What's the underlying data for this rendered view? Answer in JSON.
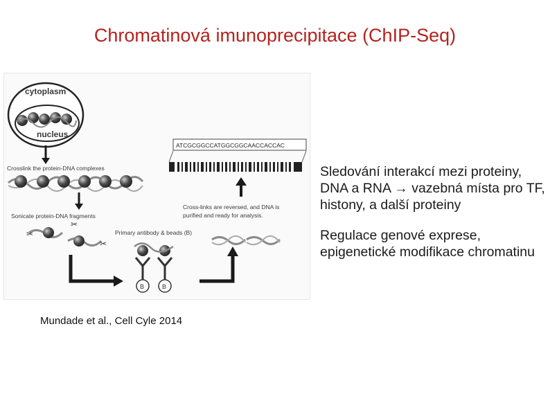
{
  "slide": {
    "title": "Chromatinová imunoprecipitace (ChIP-Seq)",
    "bullets": [
      "Sledování interakcí mezi proteiny, DNA a RNA → vazebná místa pro TF, histony, a další proteiny",
      "Regulace genové exprese, epigenetické modifikace chromatinu"
    ],
    "citation": "Mundade et al., Cell Cyle 2014"
  },
  "figure": {
    "cytoplasm_label": "cytoplasm",
    "nucleus_label": "nucleus",
    "sequence": "ATCGCGGCCATGGCGGCAACCACCAC",
    "step_crosslink": "Crosslink the protein-DNA complexes",
    "step_sonicate": "Sonicate protein-DNA fragments",
    "step_antibody": "Primary antibody & beads (B)",
    "step_reverse_line1": "Cross-links are reversed, and DNA is",
    "step_reverse_line2": "purified and ready for analysis.",
    "bead_label": "B"
  },
  "colors": {
    "title": "#b5231e",
    "arrow": "#1a1a1a",
    "protein": "#4a4a4a",
    "dna": "#8a8a8a"
  }
}
